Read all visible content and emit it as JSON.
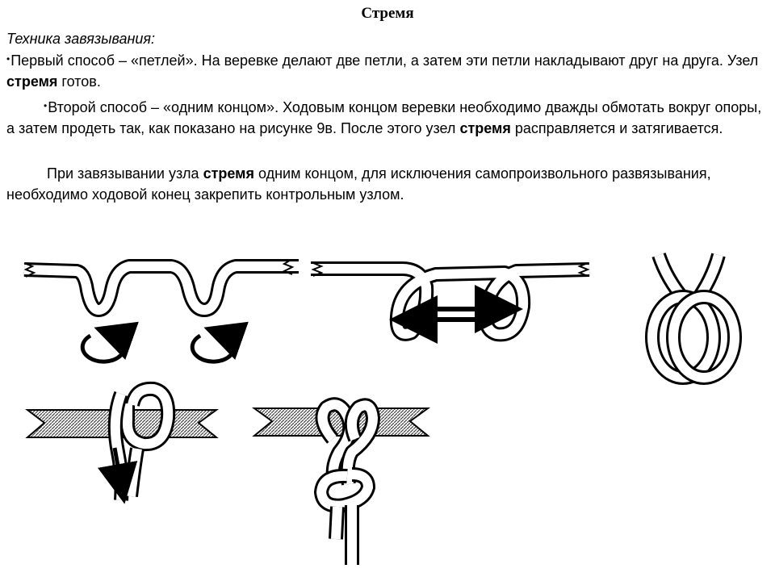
{
  "title": "Стремя",
  "subtitle": "Техника завязывания:",
  "p1": {
    "bullet": "•",
    "text_a": "Первый способ – «петлей». На веревке делают две петли, а затем эти петли накладывают друг на друга. Узел ",
    "bold": "стремя",
    "text_b": " готов."
  },
  "p2": {
    "bullet": "•",
    "text_a": "Второй способ – «одним концом». Ходовым концом веревки необходимо дважды обмотать вокруг опоры, а затем продеть так, как показано на рисунке 9в. После этого узел ",
    "bold": "стремя",
    "text_b": " расправляется и затягивается."
  },
  "p3": {
    "text_a": "При завязывании узла ",
    "bold": "стремя",
    "text_b": " одним концом, для исключения самопроизвольного развязывания, необходимо ходовой конец закрепить контрольным узлом."
  }
}
